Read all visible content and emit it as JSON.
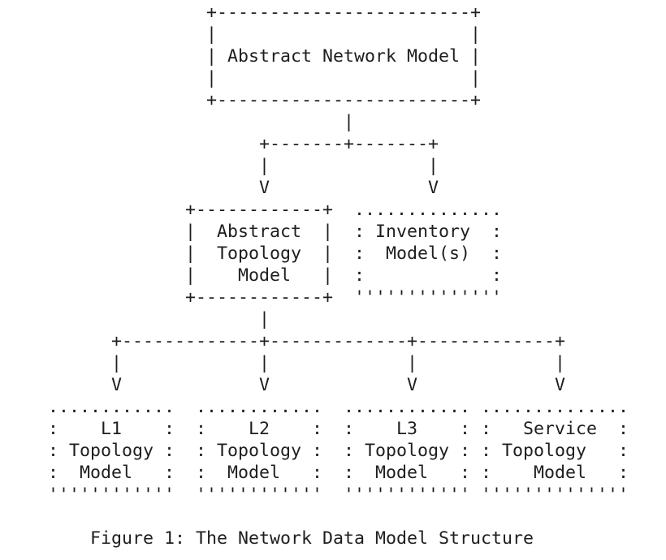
{
  "figure": {
    "text_color": "#1e1e1e",
    "background": "#ffffff",
    "caption": "Figure 1: The Network Data Model Structure",
    "nodes": [
      "Abstract Network Model",
      "Abstract Topology Model",
      "Inventory Model(s)",
      "L1 Topology Model",
      "L2 Topology Model",
      "L3 Topology Model",
      "Service Topology Model"
    ],
    "lines": [
      "               +------------------------+",
      "               |                        |",
      "               | Abstract Network Model |",
      "               |                        |",
      "               +------------------------+",
      "                            |",
      "                    +-------+-------+",
      "                    |               |",
      "                    V               V",
      "             +------------+  ..............",
      "             |  Abstract  |  : Inventory  :",
      "             |  Topology  |  :  Model(s)  :",
      "             |    Model   |  :            :",
      "             +------------+  ''''''''''''''",
      "                    |",
      "      +-------------+-------------+-------------+",
      "      |             |             |             |",
      "      V             V             V             V",
      "............  ............  ............ ..............",
      ":    L1    :  :    L2    :  :    L3    : :   Service  :",
      ": Topology :  : Topology :  : Topology : : Topology   :",
      ":  Model   :  :  Model   :  :  Model   : :    Model   :",
      "''''''''''''  ''''''''''''  '''''''''''' ''''''''''''''"
    ]
  }
}
